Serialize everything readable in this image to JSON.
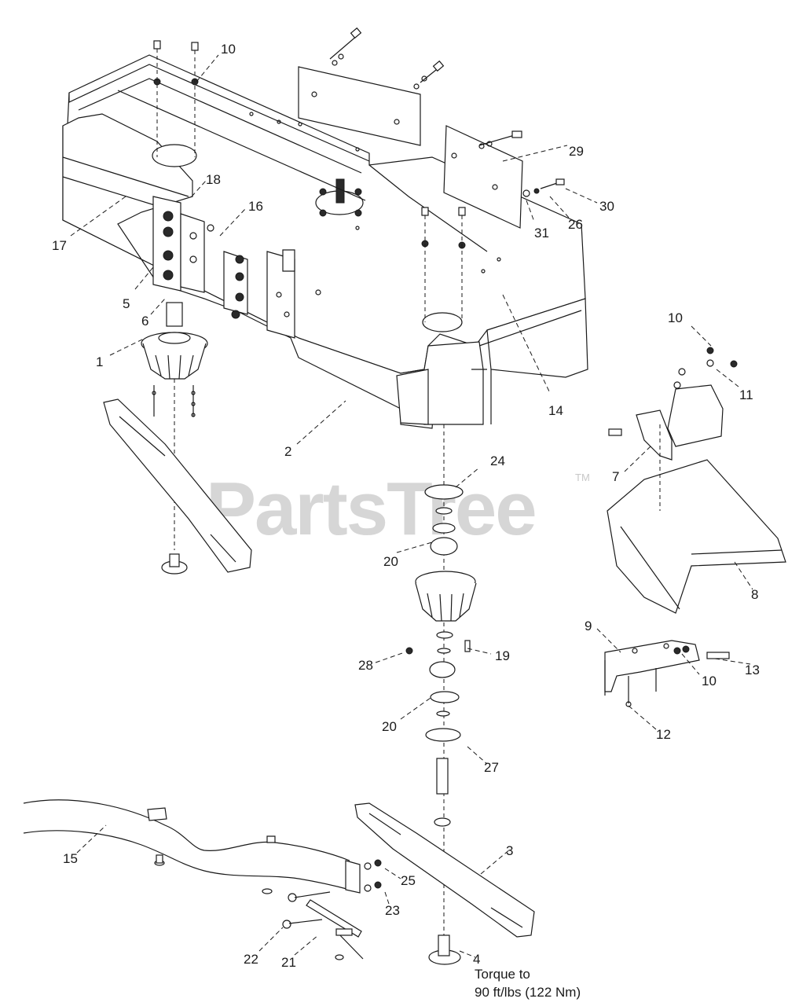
{
  "watermark": {
    "text": "PartsTree",
    "mark": "TM"
  },
  "callouts": {
    "c1": "1",
    "c2": "2",
    "c3": "3",
    "c4": "4",
    "c5": "5",
    "c6": "6",
    "c7": "7",
    "c8": "8",
    "c9": "9",
    "c10a": "10",
    "c10b": "10",
    "c10c": "10",
    "c11": "11",
    "c12": "12",
    "c13": "13",
    "c14": "14",
    "c15": "15",
    "c16": "16",
    "c17": "17",
    "c18": "18",
    "c19": "19",
    "c20a": "20",
    "c20b": "20",
    "c21": "21",
    "c22": "22",
    "c23": "23",
    "c24": "24",
    "c25": "25",
    "c26": "26",
    "c27": "27",
    "c28": "28",
    "c29": "29",
    "c30": "30",
    "c31": "31"
  },
  "torque_note": {
    "line1": "Torque to",
    "line2": "90 ft/lbs (122 Nm)"
  }
}
